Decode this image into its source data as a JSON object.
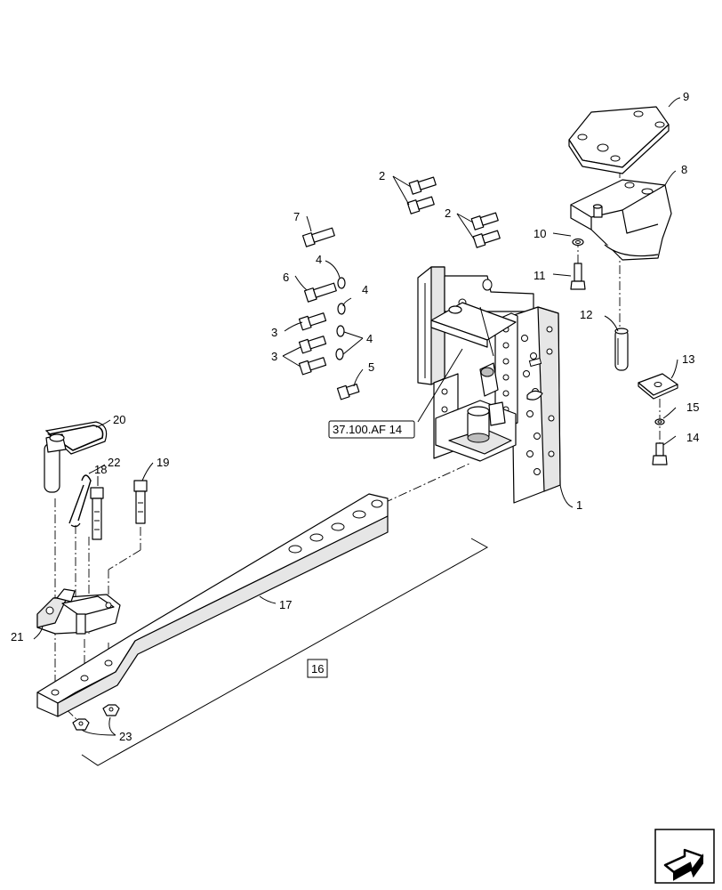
{
  "callouts": {
    "c1": "1",
    "c2a": "2",
    "c2b": "2",
    "c3a": "3",
    "c3b": "3",
    "c4a": "4",
    "c4b": "4",
    "c4c": "4",
    "c5": "5",
    "c6": "6",
    "c7": "7",
    "c8": "8",
    "c9": "9",
    "c10": "10",
    "c11": "11",
    "c12": "12",
    "c13": "13",
    "c14": "14",
    "c15": "15",
    "c16": "16",
    "c17": "17",
    "c18": "18",
    "c19": "19",
    "c20": "20",
    "c21": "21",
    "c22": "22",
    "c23": "23"
  },
  "reference": "37.100.AF 14"
}
